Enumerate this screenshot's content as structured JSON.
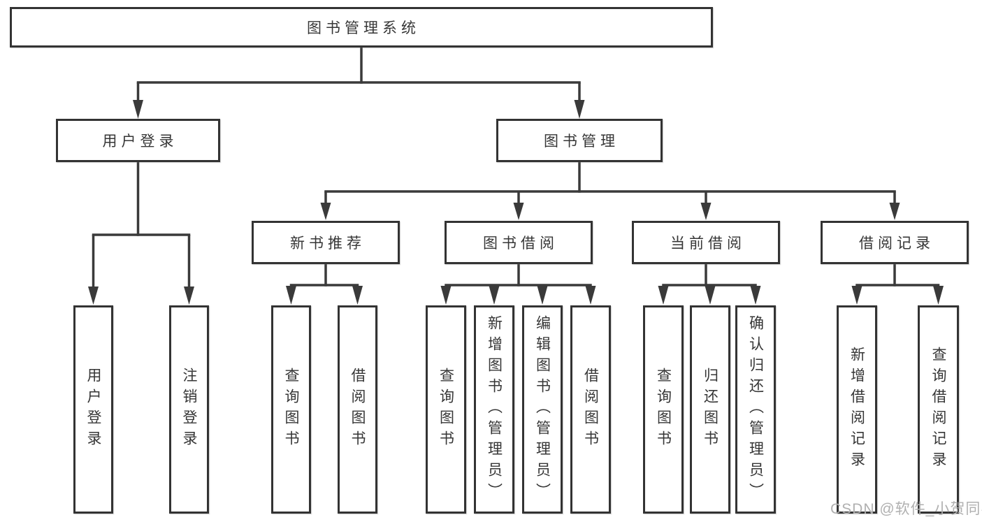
{
  "diagram": {
    "root": {
      "label": "图书管理系统"
    },
    "branches": [
      {
        "label": "用户登录",
        "children": [
          {
            "label": "用户登录"
          },
          {
            "label": "注销登录"
          }
        ]
      },
      {
        "label": "图书管理",
        "children": [
          {
            "label": "新书推荐",
            "children": [
              {
                "label": "查询图书"
              },
              {
                "label": "借阅图书"
              }
            ]
          },
          {
            "label": "图书借阅",
            "children": [
              {
                "label": "查询图书"
              },
              {
                "label": "新增图书（管理员）"
              },
              {
                "label": "编辑图书（管理员）"
              },
              {
                "label": "借阅图书"
              }
            ]
          },
          {
            "label": "当前借阅",
            "children": [
              {
                "label": "查询图书"
              },
              {
                "label": "归还图书"
              },
              {
                "label": "确认归还（管理员）"
              }
            ]
          },
          {
            "label": "借阅记录",
            "children": [
              {
                "label": "新增借阅记录"
              },
              {
                "label": "查询借阅记录"
              }
            ]
          }
        ]
      }
    ]
  },
  "watermark": {
    "text": "CSDN @软件_小贺同学"
  },
  "colors": {
    "line": "#3a3a3a",
    "border": "#333333",
    "text": "#363636",
    "watermark": "#b0b0b0",
    "background": "#ffffff"
  }
}
